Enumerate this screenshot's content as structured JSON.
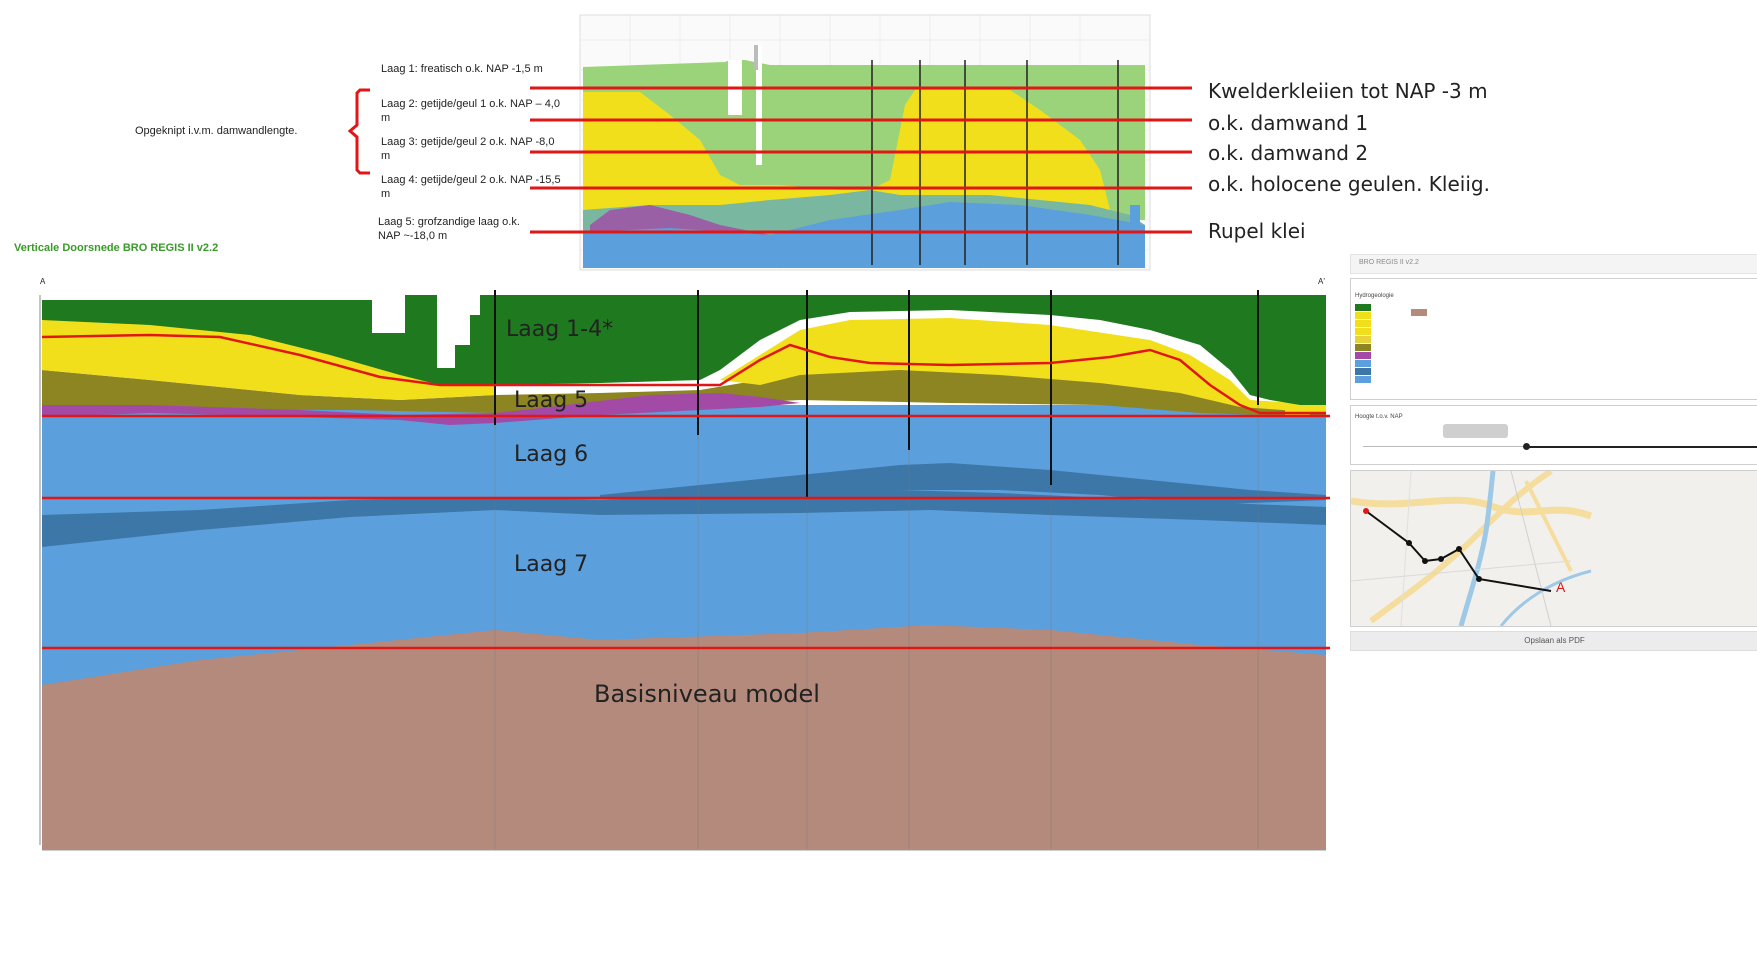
{
  "top_diagram": {
    "layer_labels": [
      {
        "text": "Laag 1: freatisch o.k. NAP -1,5 m"
      },
      {
        "text": "Laag 2: getijde/geul 1 o.k. NAP – 4,0 m"
      },
      {
        "text": "Laag 3: getijde/geul 2 o.k. NAP -8,0 m"
      },
      {
        "text": "Laag 4: getijde/geul 2 o.k. NAP -15,5 m"
      },
      {
        "text": "Laag 5: grofzandige laag o.k. NAP ~-18,0 m"
      }
    ],
    "bracket_note": "Opgeknipt i.v.m. damwandlengte.",
    "right_labels": [
      "Kwelderkleiien tot NAP -3 m",
      "o.k. damwand 1",
      "o.k. damwand 2",
      "o.k. holocene geulen. Kleiig.",
      "Rupel klei"
    ]
  },
  "main_section": {
    "title": "Verticale Doorsnede BRO REGIS II v2.2",
    "start_marker": "A",
    "end_marker": "A'",
    "layer_annotations": [
      "Laag 1-4*",
      "Laag 5",
      "Laag 6",
      "Laag 7",
      "Basisniveau model"
    ]
  },
  "side_panel": {
    "header": "BRO REGIS II v2.2",
    "legend_title": "Hydrogeologie",
    "height_label": "Hoogte t.o.v. NAP",
    "export_button": "Opslaan als PDF",
    "map_marker": "A"
  },
  "colors": {
    "dark_green": "#1f7a1f",
    "light_green": "#9bd37a",
    "yellow": "#f2df1c",
    "olive": "#8d8422",
    "purple": "#a24aa6",
    "blue": "#5b9fdc",
    "dark_blue": "#3c77a8",
    "brown": "#b48a7c",
    "red_line": "#e11717"
  }
}
